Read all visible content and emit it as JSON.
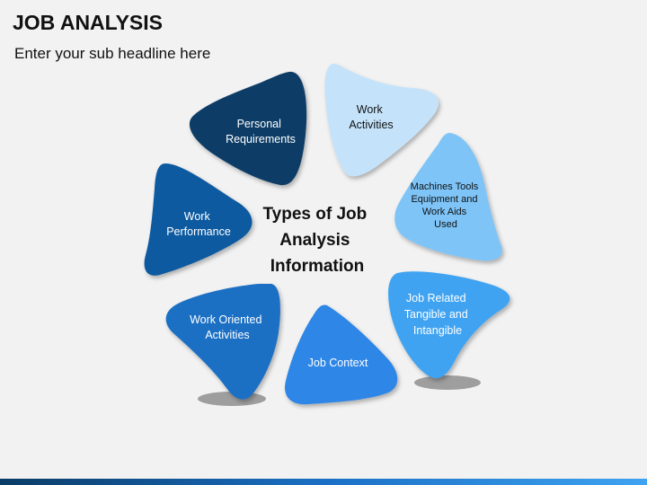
{
  "header": {
    "title": "JOB ANALYSIS",
    "subtitle": "Enter your sub headline here"
  },
  "center": {
    "lines": [
      "Types of Job",
      "Analysis",
      "Information"
    ]
  },
  "petals": [
    {
      "id": "personal-requirements",
      "lines": [
        "Personal",
        "Requirements"
      ],
      "fill": "#0b3c66",
      "text_color": "#ffffff"
    },
    {
      "id": "work-activities",
      "lines": [
        "Work",
        "Activities"
      ],
      "fill": "#c4e3fb",
      "text_color": "#111111"
    },
    {
      "id": "machines-tools",
      "lines": [
        "Machines Tools",
        "Equipment and",
        "Work Aids",
        "Used"
      ],
      "fill": "#7ec4f7",
      "text_color": "#111111"
    },
    {
      "id": "job-related",
      "lines": [
        "Job Related",
        "Tangible and",
        "Intangible"
      ],
      "fill": "#3fa3f1",
      "text_color": "#ffffff"
    },
    {
      "id": "job-context",
      "lines": [
        "Job Context"
      ],
      "fill": "#2f86e6",
      "text_color": "#ffffff"
    },
    {
      "id": "work-oriented",
      "lines": [
        "Work Oriented",
        "Activities"
      ],
      "fill": "#1a6fc4",
      "text_color": "#ffffff"
    },
    {
      "id": "work-performance",
      "lines": [
        "Work",
        "Performance"
      ],
      "fill": "#0c5aa0",
      "text_color": "#ffffff"
    }
  ],
  "colors": {
    "background": "#f2f2f2",
    "shadow": "#9e9e9e",
    "bar_dark": "#0b3c66",
    "bar_light": "#3fa3f1"
  }
}
